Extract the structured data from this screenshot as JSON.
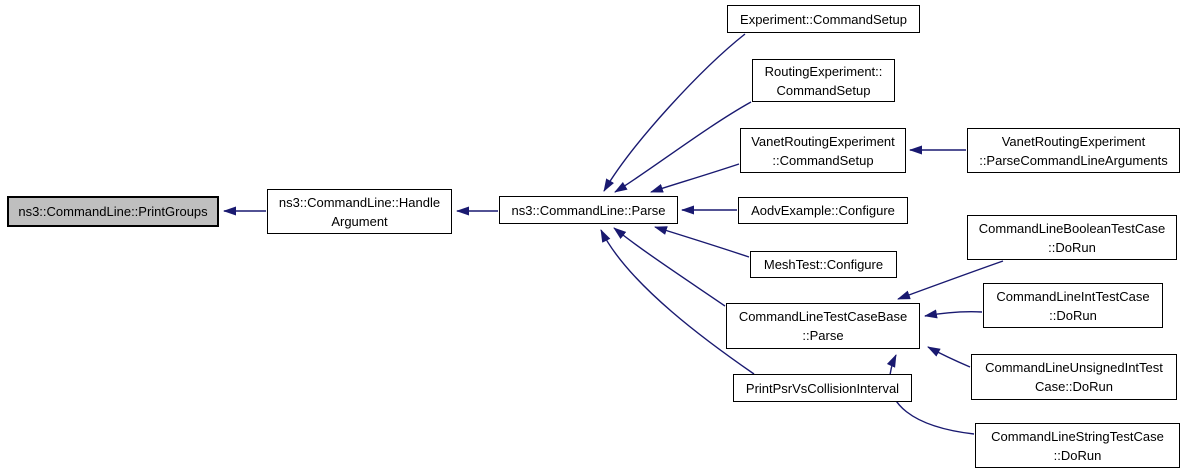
{
  "diagram": {
    "type": "caller-graph",
    "focus_function": "ns3::CommandLine::PrintGroups",
    "colors": {
      "background": "#ffffff",
      "edge": "#191970",
      "node_border": "#000000",
      "node_fill": "#ffffff",
      "highlight_fill": "#bfbfbf"
    },
    "nodes": [
      {
        "id": "print-groups",
        "lines": [
          "ns3::CommandLine::PrintGroups"
        ],
        "highlighted": true
      },
      {
        "id": "handle-argument",
        "lines": [
          "ns3::CommandLine::Handle",
          "Argument"
        ],
        "highlighted": false
      },
      {
        "id": "parse",
        "lines": [
          "ns3::CommandLine::Parse"
        ],
        "highlighted": false
      },
      {
        "id": "experiment-command-setup",
        "lines": [
          "Experiment::CommandSetup"
        ],
        "highlighted": false
      },
      {
        "id": "routing-experiment-command-setup",
        "lines": [
          "RoutingExperiment::",
          "CommandSetup"
        ],
        "highlighted": false
      },
      {
        "id": "vanet-routing-experiment-command-setup",
        "lines": [
          "VanetRoutingExperiment",
          "::CommandSetup"
        ],
        "highlighted": false
      },
      {
        "id": "vanet-routing-experiment-parse-command-line-arguments",
        "lines": [
          "VanetRoutingExperiment",
          "::ParseCommandLineArguments"
        ],
        "highlighted": false
      },
      {
        "id": "aodv-example-configure",
        "lines": [
          "AodvExample::Configure"
        ],
        "highlighted": false
      },
      {
        "id": "mesh-test-configure",
        "lines": [
          "MeshTest::Configure"
        ],
        "highlighted": false
      },
      {
        "id": "command-line-test-case-base-parse",
        "lines": [
          "CommandLineTestCaseBase",
          "::Parse"
        ],
        "highlighted": false
      },
      {
        "id": "command-line-boolean-test-case-do-run",
        "lines": [
          "CommandLineBooleanTestCase",
          "::DoRun"
        ],
        "highlighted": false
      },
      {
        "id": "command-line-int-test-case-do-run",
        "lines": [
          "CommandLineIntTestCase",
          "::DoRun"
        ],
        "highlighted": false
      },
      {
        "id": "command-line-unsigned-int-test-case-do-run",
        "lines": [
          "CommandLineUnsignedIntTest",
          "Case::DoRun"
        ],
        "highlighted": false
      },
      {
        "id": "command-line-string-test-case-do-run",
        "lines": [
          "CommandLineStringTestCase",
          "::DoRun"
        ],
        "highlighted": false
      },
      {
        "id": "print-psr-vs-collision-interval",
        "lines": [
          "PrintPsrVsCollisionInterval"
        ],
        "highlighted": false
      }
    ],
    "edges": [
      {
        "from": "handle-argument",
        "to": "print-groups"
      },
      {
        "from": "parse",
        "to": "handle-argument"
      },
      {
        "from": "experiment-command-setup",
        "to": "parse"
      },
      {
        "from": "routing-experiment-command-setup",
        "to": "parse"
      },
      {
        "from": "vanet-routing-experiment-command-setup",
        "to": "parse"
      },
      {
        "from": "aodv-example-configure",
        "to": "parse"
      },
      {
        "from": "mesh-test-configure",
        "to": "parse"
      },
      {
        "from": "command-line-test-case-base-parse",
        "to": "parse"
      },
      {
        "from": "print-psr-vs-collision-interval",
        "to": "parse"
      },
      {
        "from": "vanet-routing-experiment-parse-command-line-arguments",
        "to": "vanet-routing-experiment-command-setup"
      },
      {
        "from": "command-line-boolean-test-case-do-run",
        "to": "command-line-test-case-base-parse"
      },
      {
        "from": "command-line-int-test-case-do-run",
        "to": "command-line-test-case-base-parse"
      },
      {
        "from": "command-line-unsigned-int-test-case-do-run",
        "to": "command-line-test-case-base-parse"
      },
      {
        "from": "command-line-string-test-case-do-run",
        "to": "command-line-test-case-base-parse"
      }
    ]
  }
}
